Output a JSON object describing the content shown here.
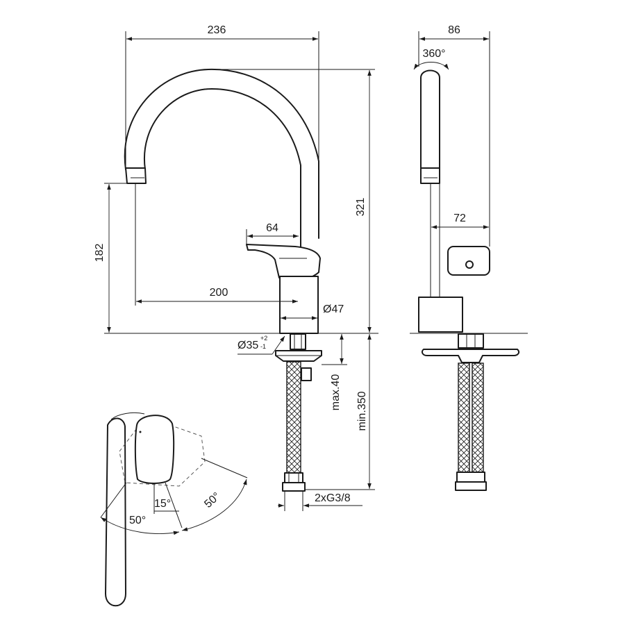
{
  "drawing": {
    "dimensions": {
      "width_total": "236",
      "height_total": "321",
      "spout_height": "182",
      "spout_reach": "200",
      "lever_length": "64",
      "base_diameter": "Ø47",
      "hole_diameter": "Ø35",
      "hole_tol_plus": "+2",
      "hole_tol_minus": "-1",
      "max_thickness": "max.40",
      "min_hose": "min.350",
      "connection": "2xG3/8",
      "side_depth": "86",
      "side_body": "72",
      "rotation": "360°",
      "angle_center": "15°",
      "angle_left": "50°",
      "angle_right": "50°"
    }
  }
}
